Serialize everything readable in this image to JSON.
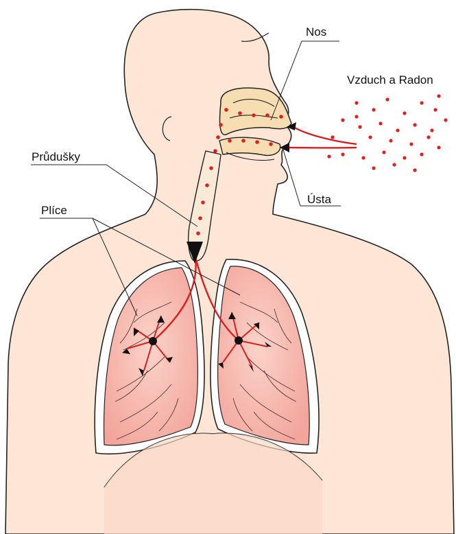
{
  "labels": {
    "nose": "Nos",
    "air_radon": "Vzduch a Radon",
    "bronchi": "Průdušky",
    "mouth": "Ústa",
    "lungs": "Plíce"
  },
  "colors": {
    "skin": "#fde6d6",
    "outline": "#222222",
    "nasal_cavity": "#f6ddb2",
    "lung_fill": "#f7b4ac",
    "lung_glow": "#f8d0c8",
    "airway": "#d81e1e",
    "particle": "#e02020",
    "label_line": "#222222"
  },
  "icons": {
    "inhale_arrow": "arrow-head",
    "alveoli_node": "filled-circle"
  }
}
